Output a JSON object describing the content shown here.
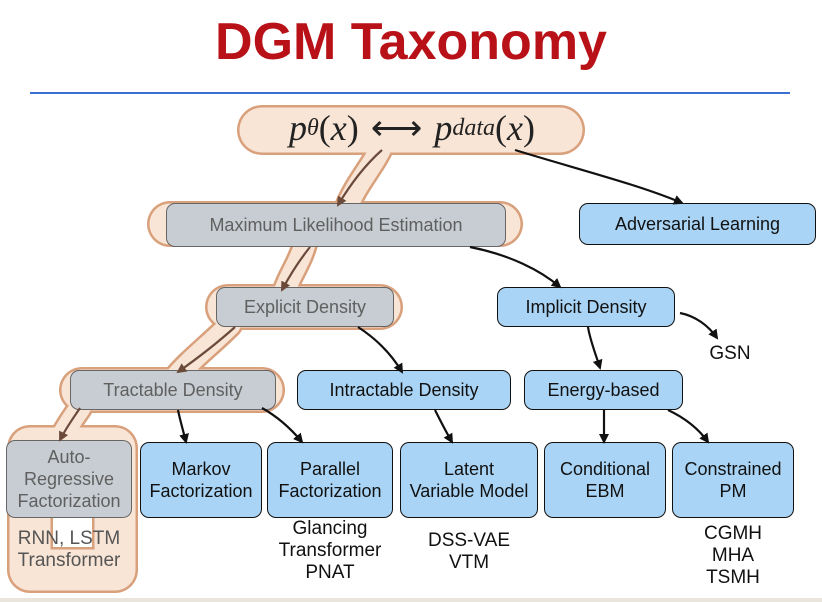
{
  "title": "DGM Taxonomy",
  "colors": {
    "title": "#b81218",
    "rule": "#3b6fd2",
    "blue_fill": "#a9d4f5",
    "gray_fill": "#c7cdd2",
    "highlight_fill": "#f8e5d6",
    "highlight_edge": "#d9a07c",
    "edge": "#111111",
    "edge_highlight": "#6b4a3a"
  },
  "formula": {
    "lhs": "p",
    "lhs_sub": "θ",
    "var": "x",
    "rhs": "p",
    "rhs_sub": "data"
  },
  "nodes": {
    "mle": "Maximum Likelihood Estimation",
    "adversarial": "Adversarial Learning",
    "explicit": "Explicit Density",
    "implicit": "Implicit Density",
    "tractable": "Tractable Density",
    "intractable": "Intractable Density",
    "energy": "Energy-based",
    "autoregressive": [
      "Auto-",
      "Regressive",
      "Factorization"
    ],
    "markov": [
      "Markov",
      "Factorization"
    ],
    "parallel": [
      "Parallel",
      "Factorization"
    ],
    "latent": [
      "Latent",
      "Variable Model"
    ],
    "conditional": [
      "Conditional",
      "EBM"
    ],
    "constrained": [
      "Constrained",
      "PM"
    ]
  },
  "examples": {
    "gsn": "GSN",
    "autoregressive": [
      "RNN, LSTM",
      "Transformer"
    ],
    "parallel": [
      "Glancing",
      "Transformer",
      "PNAT"
    ],
    "latent": [
      "DSS-VAE",
      "VTM"
    ],
    "constrained": [
      "CGMH",
      "MHA",
      "TSMH"
    ]
  }
}
